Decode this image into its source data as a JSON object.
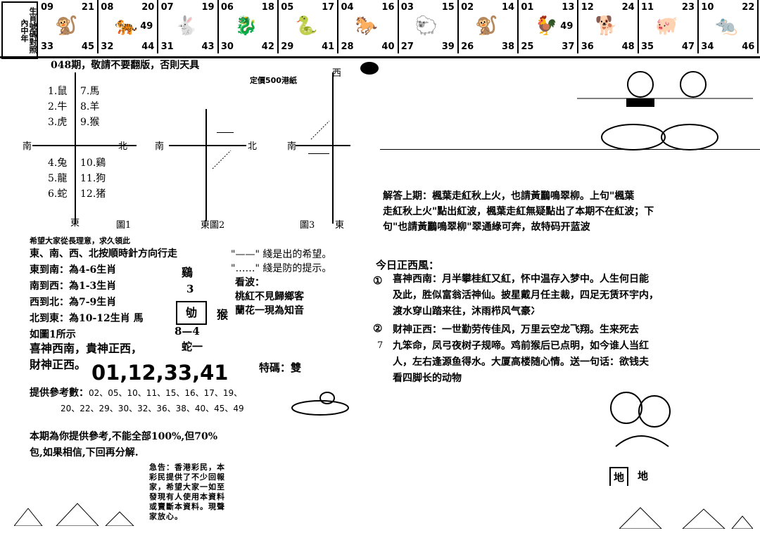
{
  "strip": {
    "side_text": "生肖號碼對照",
    "side_text2": "內中年",
    "cells": [
      {
        "tl": "09",
        "tr": "21",
        "mr": "",
        "bl": "33",
        "br": "45",
        "animal": "monkey-icon"
      },
      {
        "tl": "08",
        "tr": "20",
        "mr": "49",
        "bl": "32",
        "br": "44",
        "animal": "tiger-icon"
      },
      {
        "tl": "07",
        "tr": "19",
        "mr": "",
        "bl": "31",
        "br": "43",
        "animal": "rabbit-icon"
      },
      {
        "tl": "06",
        "tr": "18",
        "mr": "",
        "bl": "30",
        "br": "42",
        "animal": "dragon-icon"
      },
      {
        "tl": "05",
        "tr": "17",
        "mr": "",
        "bl": "29",
        "br": "41",
        "animal": "snake-icon"
      },
      {
        "tl": "04",
        "tr": "16",
        "mr": "",
        "bl": "28",
        "br": "40",
        "animal": "horse-icon"
      },
      {
        "tl": "03",
        "tr": "15",
        "mr": "",
        "bl": "27",
        "br": "39",
        "animal": "sheep-icon"
      },
      {
        "tl": "02",
        "tr": "14",
        "mr": "",
        "bl": "26",
        "br": "38",
        "animal": "monkey-icon"
      },
      {
        "tl": "01",
        "tr": "13",
        "mr": "49",
        "bl": "25",
        "br": "37",
        "animal": "rooster-icon"
      },
      {
        "tl": "12",
        "tr": "24",
        "mr": "",
        "bl": "36",
        "br": "48",
        "animal": "dog-icon"
      },
      {
        "tl": "11",
        "tr": "23",
        "mr": "",
        "bl": "35",
        "br": "47",
        "animal": "pig-icon"
      },
      {
        "tl": "10",
        "tr": "22",
        "mr": "",
        "bl": "34",
        "br": "46",
        "animal": "rat-icon"
      }
    ]
  },
  "header": {
    "notice": "048期，敬請不要翻版，否則天具",
    "price": "定價500港紙",
    "west_top": "西"
  },
  "diagram": {
    "zodiac_top": [
      "1.鼠",
      "2.牛",
      "3.虎"
    ],
    "zodiac_top_r": [
      "7.馬",
      "8.羊",
      "9.猴"
    ],
    "zodiac_bot": [
      "4.兔",
      "5.龍",
      "6.蛇"
    ],
    "zodiac_bot_r": [
      "10.鷄",
      "11.狗",
      "12.猪"
    ],
    "south": "南",
    "north": "北",
    "east": "東",
    "fig1": "圖1",
    "fig2": "圖2",
    "fig3": "圖3",
    "south2": "南",
    "north2": "北",
    "south3": "南",
    "east2": "東",
    "east3": "東"
  },
  "rules": {
    "cut": "希望大家從長理意，求久領此",
    "l1": "東、南、西、北按順時針方向行走",
    "l2": "東到南：為4-6生肖",
    "l3": "南到西：為1-3生肖",
    "l4": "西到北：為7-9生肖",
    "l5": "北到東：為10-12生肖",
    "l6": "如圖1所示",
    "legend1": "\"——\" 綫是出的希望。",
    "legend2": "\"……\" 綫是防的提示。",
    "puzzle_top": "鷄",
    "puzzle_num": "3",
    "puzzle_mid": "劬",
    "puzzle_right": "猴",
    "puzzle_left": "馬",
    "puzzle_bot": "8—4",
    "puzzle_snake": "蛇一"
  },
  "poem": {
    "label": "看波：",
    "l1": "桃紅不見歸鄉客",
    "l2": "蘭花一現為知音"
  },
  "gods": {
    "l1": "喜神西南，貴神正西，",
    "l2": "財神正西。"
  },
  "main_numbers": "01,12,33,41",
  "special": "特碼：雙",
  "ref": {
    "label": "提供參考數：",
    "row1": "02、05、10、11、15、16、17、19、",
    "row2": "20、22、29、30、32、36、38、40、45、49"
  },
  "disclaimer": {
    "l1": "本期為你提供參考,不能全部100%,但70%",
    "l2": "包,如果相信,下回再分解."
  },
  "urgent": [
    "急告：香港彩民，本",
    "彩民提供了不少回報",
    "家，希望大家一如至",
    "發現有人使用本資料",
    "或賣斷本資料。現聲",
    "家放心。"
  ],
  "answer": {
    "l1": "解答上期：楓葉走紅秋上火，也請黃鸝鳴翠柳。上句\"楓葉",
    "l2": "走紅秋上火\"點出紅波，楓葉走紅無疑點出了本期不在紅波；下",
    "l3": "句\"也請黃鸝鳴翠柳\"翠通綠可奔，故特码开蓝波"
  },
  "today": {
    "title": "今日正西風：",
    "p1_num": "①",
    "p1": [
      "喜神西南：月半攀桂紅又紅，怀中温存入梦中。人生何日能",
      "及此，胜似富翁活神仙。披星戴月任主裁，四足无赁环宇内，",
      "渡水穿山踏来往，沐雨栉风气豪冫"
    ],
    "p2_num": "②",
    "p2": [
      "财神正西：一世勤劳传佳风，万里云空龙飞翔。生来死去",
      "九笨命，凤弓夜树子规啼。鸡前猴后已点明，如今谁人当红",
      "人，左右逢源鱼得水。大厦高楼随心情。送一句话：欲钱夫",
      "看四脚长的动物"
    ],
    "seven": "7"
  },
  "ground": {
    "a": "地",
    "b": "地"
  }
}
